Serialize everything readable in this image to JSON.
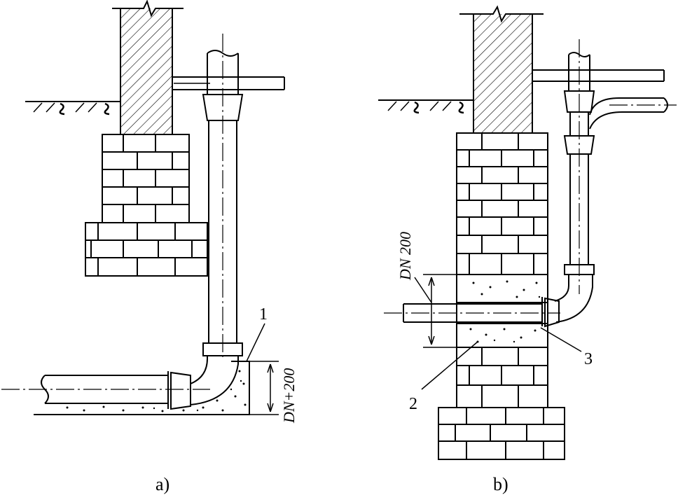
{
  "panel_a": {
    "caption": "a)",
    "callouts": [
      "1"
    ],
    "dimension": "DN+200"
  },
  "panel_b": {
    "caption": "b)",
    "callouts": [
      "2",
      "3"
    ],
    "dimension": "DN 200"
  }
}
